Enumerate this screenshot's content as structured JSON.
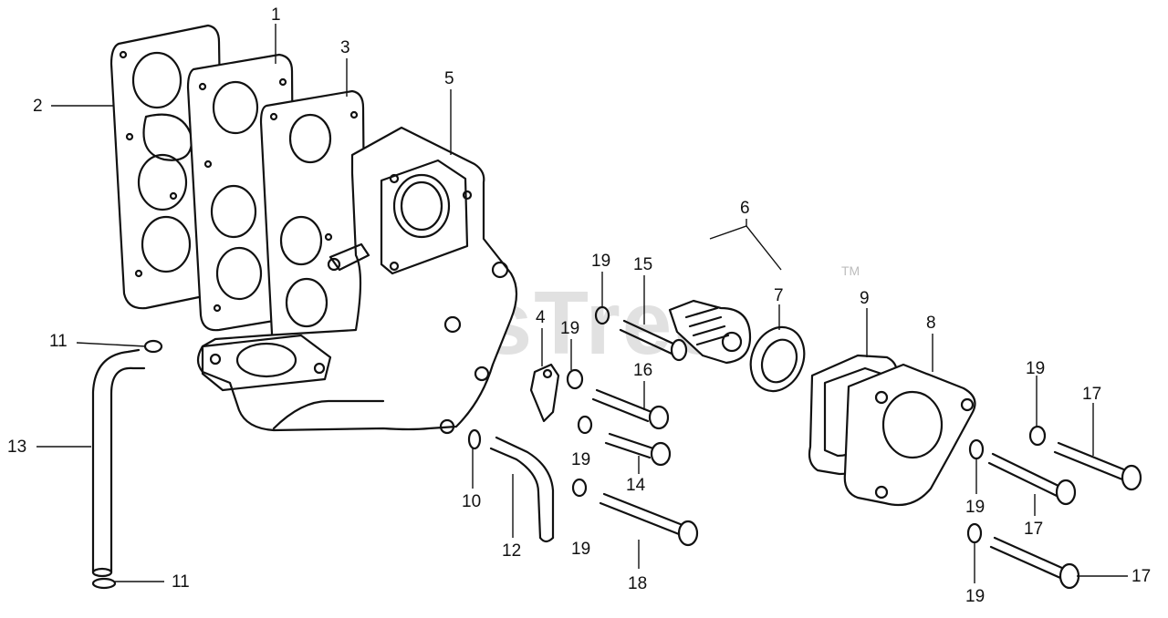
{
  "watermark": {
    "text": "PartsTree",
    "tm": "TM"
  },
  "callouts": [
    {
      "id": "c1",
      "text": "1"
    },
    {
      "id": "c2",
      "text": "2"
    },
    {
      "id": "c3",
      "text": "3"
    },
    {
      "id": "c4",
      "text": "4"
    },
    {
      "id": "c5",
      "text": "5"
    },
    {
      "id": "c6",
      "text": "6"
    },
    {
      "id": "c7",
      "text": "7"
    },
    {
      "id": "c8",
      "text": "8"
    },
    {
      "id": "c9",
      "text": "9"
    },
    {
      "id": "c10",
      "text": "10"
    },
    {
      "id": "c11a",
      "text": "11"
    },
    {
      "id": "c11b",
      "text": "11"
    },
    {
      "id": "c12",
      "text": "12"
    },
    {
      "id": "c13",
      "text": "13"
    },
    {
      "id": "c14",
      "text": "14"
    },
    {
      "id": "c15",
      "text": "15"
    },
    {
      "id": "c16",
      "text": "16"
    },
    {
      "id": "c17a",
      "text": "17"
    },
    {
      "id": "c17b",
      "text": "17"
    },
    {
      "id": "c17c",
      "text": "17"
    },
    {
      "id": "c18",
      "text": "18"
    },
    {
      "id": "c19a",
      "text": "19"
    },
    {
      "id": "c19b",
      "text": "19"
    },
    {
      "id": "c19c",
      "text": "19"
    },
    {
      "id": "c19d",
      "text": "19"
    },
    {
      "id": "c19e",
      "text": "19"
    },
    {
      "id": "c19f",
      "text": "19"
    },
    {
      "id": "c19g",
      "text": "19"
    }
  ]
}
